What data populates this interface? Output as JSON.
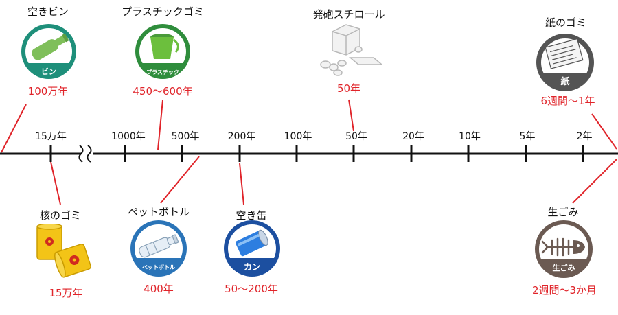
{
  "colors": {
    "accent_red": "#e0242a",
    "axis": "#111111"
  },
  "ticks": [
    "15万年",
    "1000年",
    "500年",
    "200年",
    "100年",
    "50年",
    "20年",
    "10年",
    "5年",
    "2年"
  ],
  "items": {
    "glass_bottle": {
      "name": "空きビン",
      "badge": "ビン",
      "duration": "100万年",
      "icon": "bottle-icon",
      "color": "#1e8f7a"
    },
    "plastic": {
      "name": "プラスチックゴミ",
      "badge": "プラスチック",
      "duration": "450～600年",
      "icon": "bucket-icon",
      "color": "#2f8d3c"
    },
    "styrofoam": {
      "name": "発砲スチロール",
      "duration": "50年",
      "icon": "styrofoam-icon"
    },
    "paper": {
      "name": "紙のゴミ",
      "badge": "紙",
      "duration": "6週間～1年",
      "icon": "paper-icon",
      "color": "#545454"
    },
    "nuclear": {
      "name": "核のゴミ",
      "duration": "15万年",
      "icon": "radioactive-barrel-icon"
    },
    "pet_bottle": {
      "name": "ペットボトル",
      "badge": "ペットボトル",
      "duration": "400年",
      "icon": "pet-bottle-icon",
      "color": "#2a74b8"
    },
    "can": {
      "name": "空き缶",
      "badge": "カン",
      "duration": "50～200年",
      "icon": "can-icon",
      "color": "#1c4fa0"
    },
    "food_waste": {
      "name": "生ごみ",
      "badge": "生ごみ",
      "duration": "2週間～3か月",
      "icon": "fish-bone-icon",
      "color": "#6b5a52"
    }
  }
}
